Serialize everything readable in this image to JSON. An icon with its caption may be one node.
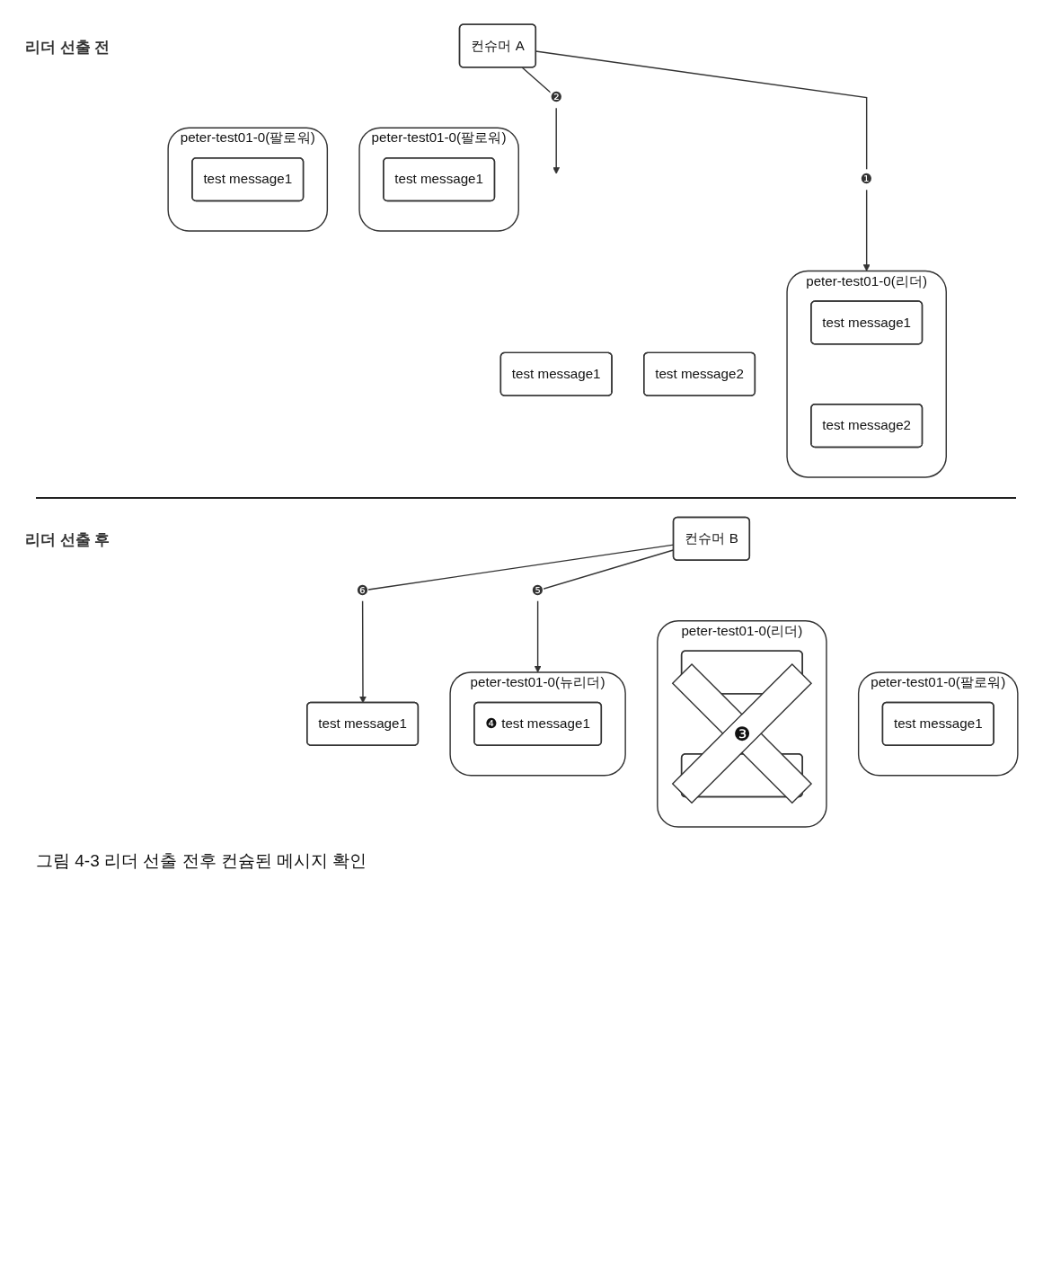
{
  "diagram": {
    "caption": "그림 4-3 리더 선출 전후 컨슘된 메시지 확인",
    "nodes": [
      {
        "text": [
          "컨슈머 A"
        ]
      },
      {
        "text": [
          "test message1"
        ]
      },
      {
        "text": [
          "test message2"
        ]
      },
      {
        "text": [
          "peter-test01-0(리더)"
        ]
      },
      {
        "text": [
          "test message1"
        ],
        "in": 3
      },
      {
        "text": [
          "test message2"
        ],
        "in": 3
      },
      {
        "text": [
          "peter-test01-0(팔로워)"
        ]
      },
      {
        "text": [
          "test message1"
        ],
        "in": 6
      },
      {
        "text": [
          "peter-test01-0(팔로워)"
        ]
      },
      {
        "text": [
          "test message1"
        ],
        "in": 8
      },
      {
        "text": [
          "컨슈머 B"
        ]
      },
      {
        "text": [
          "test message1"
        ]
      },
      {
        "text": [
          "peter-test01-0(리더)"
        ],
        "beside": [
          "❸"
        ]
      },
      {
        "text": [],
        "shape": "box",
        "in": 12
      },
      {
        "text": [],
        "shape": "box",
        "in": 12
      },
      {
        "text": [
          "peter-test01-0(뉴리더)"
        ]
      },
      {
        "text": [
          "❹ test message1"
        ],
        "in": 15
      },
      {
        "text": [
          "peter-test01-0(팔로워)"
        ]
      },
      {
        "text": [
          "test message1"
        ],
        "in": 17
      }
    ],
    "edges": [
      {
        "from": 0,
        "to": 3,
        "arrow": "to",
        "label": "❶"
      },
      {
        "from": 0,
        "to": null,
        "arrow": "to",
        "label": "❷"
      },
      {
        "from": 10,
        "to": 15,
        "arrow": "to",
        "label": "❺"
      },
      {
        "from": 10,
        "to": 11,
        "arrow": "to",
        "label": "❻"
      }
    ],
    "labels": [
      "리더 선출 전",
      "리더 선출 후"
    ]
  }
}
